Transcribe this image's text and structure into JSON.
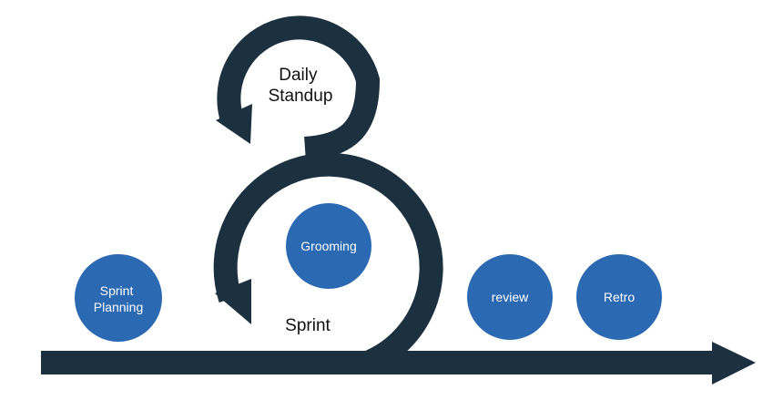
{
  "colors": {
    "arrow": "#1c3140",
    "node": "#2b6ab3",
    "node_text": "#ffffff",
    "label_text": "#111111"
  },
  "loops": {
    "daily": {
      "line1": "Daily",
      "line2": "Standup"
    },
    "sprint": {
      "label": "Sprint"
    }
  },
  "nodes": {
    "grooming": "Grooming",
    "sprint_planning": {
      "line1": "Sprint",
      "line2": "Planning"
    },
    "review": "review",
    "retro": "Retro"
  }
}
